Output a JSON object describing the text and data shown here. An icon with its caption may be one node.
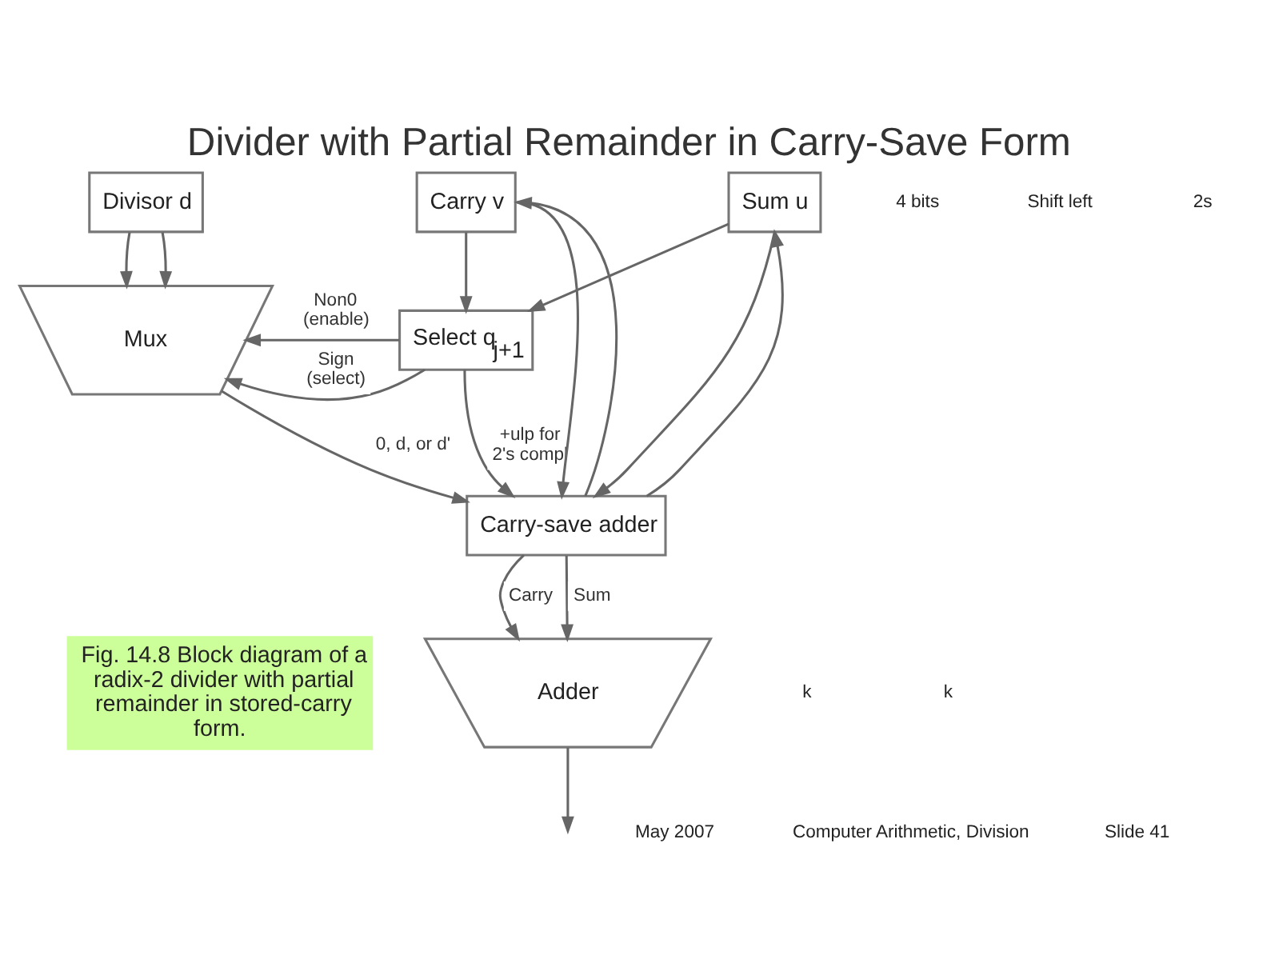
{
  "diagram": {
    "title": "Divider with Partial Remainder in Carry-Save Form",
    "caption": "Fig. 14.8 Block diagram of a radix-2 divider with partial remainder in stored-carry form.",
    "nodes": [
      {
        "text": [
          "Divisor d"
        ]
      },
      {
        "text": [
          "Mux"
        ]
      },
      {
        "text": [
          "Select q$_{j+1}$"
        ]
      },
      {
        "text": [
          "Carry v"
        ]
      },
      {
        "text": [
          "Sum u"
        ]
      },
      {
        "text": [
          "Carry-save adder"
        ]
      },
      {
        "text": [
          "Adder"
        ]
      }
    ],
    "edges": [
      {
        "from": 0,
        "to": 1,
        "arrow": "to"
      },
      {
        "from": 0,
        "to": 1,
        "arrow": "to"
      },
      {
        "from": 3,
        "to": 2,
        "arrow": "to"
      },
      {
        "from": 4,
        "to": 2,
        "arrow": "to"
      },
      {
        "from": 2,
        "to": 1,
        "arrow": "to",
        "label": "Non0 (enable)"
      },
      {
        "from": 2,
        "to": 1,
        "arrow": "to",
        "label": "Sign (select)"
      },
      {
        "from": 2,
        "to": 5,
        "arrow": "to",
        "label": "+ulp for 2's compl"
      },
      {
        "from": 1,
        "to": 5,
        "arrow": "to",
        "label": "0, d, or d'"
      },
      {
        "from": 3,
        "to": 5,
        "arrow": "to"
      },
      {
        "from": 4,
        "to": 5,
        "arrow": "to"
      },
      {
        "from": 5,
        "to": 6,
        "arrow": "to",
        "label": "Carry"
      },
      {
        "from": 5,
        "to": 6,
        "arrow": "to",
        "label": "Sum"
      },
      {
        "from": 5,
        "to": 3,
        "arrow": "to"
      },
      {
        "from": 5,
        "to": 4,
        "arrow": "to"
      },
      {
        "from": 6,
        "to": null,
        "arrow": "to"
      }
    ],
    "labels": [
      "4 bits",
      "Shift left",
      "2s",
      "k",
      "k",
      "May 2007",
      "Computer Arithmetic, Division",
      "Slide 41"
    ]
  }
}
